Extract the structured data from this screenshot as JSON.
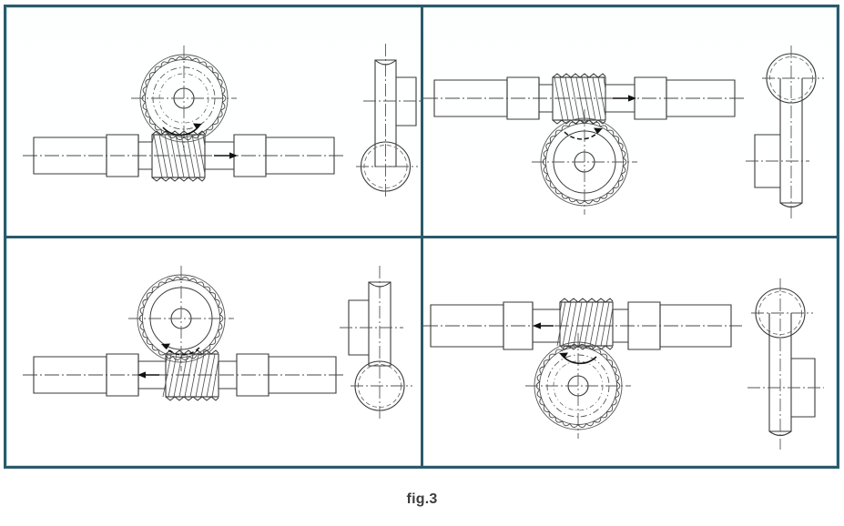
{
  "figure": {
    "caption": "fig.3",
    "frame_color": "#2b5a6b",
    "line_color": "#3a3a3a",
    "background": "#ffffff",
    "panel_count": 4,
    "title_shown": false
  },
  "panels": [
    {
      "id": "panel-top-left",
      "position": "top-left",
      "gear_position": "above-worm",
      "gear_rotation": "clockwise",
      "gear_rotation_arrow": "right",
      "worm_thrust_arrow": "right",
      "worm_hand": "right-hand",
      "gear_teeth": 30,
      "side_view": {
        "worm_circle": "bottom",
        "gear_profile_side": "right",
        "shaft_orientation": "vertical"
      }
    },
    {
      "id": "panel-top-right",
      "position": "top-right",
      "gear_position": "below-worm",
      "gear_rotation": "clockwise",
      "gear_rotation_arrow": "right",
      "worm_thrust_arrow": "right",
      "worm_hand": "right-hand",
      "gear_teeth": 30,
      "side_view": {
        "worm_circle": "top",
        "gear_profile_side": "left",
        "shaft_orientation": "vertical"
      }
    },
    {
      "id": "panel-bottom-left",
      "position": "bottom-left",
      "gear_position": "above-worm",
      "gear_rotation": "counter-clockwise",
      "gear_rotation_arrow": "left",
      "worm_thrust_arrow": "left",
      "worm_hand": "left-hand",
      "gear_teeth": 30,
      "side_view": {
        "worm_circle": "bottom",
        "gear_profile_side": "left",
        "shaft_orientation": "vertical"
      }
    },
    {
      "id": "panel-bottom-right",
      "position": "bottom-right",
      "gear_position": "below-worm",
      "gear_rotation": "counter-clockwise",
      "gear_rotation_arrow": "left",
      "worm_thrust_arrow": "left",
      "worm_hand": "left-hand",
      "gear_teeth": 30,
      "side_view": {
        "worm_circle": "top",
        "gear_profile_side": "right",
        "shaft_orientation": "vertical"
      }
    }
  ]
}
